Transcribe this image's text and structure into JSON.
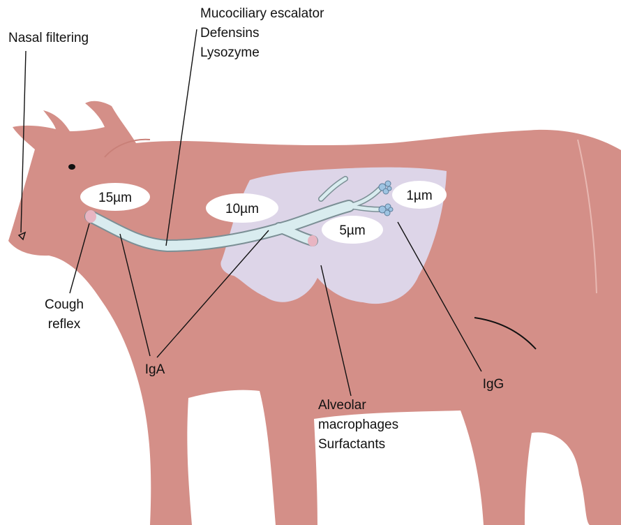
{
  "diagram": {
    "subject": "cow",
    "colors": {
      "body": "#d48f88",
      "lung": "#ddd5e8",
      "airway": "#d9ecef",
      "airway_stroke": "#7b8f95",
      "ring": "#e8b5c2",
      "alveoli": "#9ec4e2",
      "leader": "#111111"
    },
    "labels": {
      "nasal": "Nasal filtering",
      "muco_1": "Mucociliary escalator",
      "muco_2": "Defensins",
      "muco_3": "Lysozyme",
      "cough_1": "Cough",
      "cough_2": "reflex",
      "iga": "IgA",
      "alv_1": "Alveolar",
      "alv_2": "macrophages",
      "alv_3": "Surfactants",
      "igg": "IgG"
    },
    "particle_sizes": {
      "upper": "15µm",
      "trachea": "10µm",
      "bronchi": "5µm",
      "alveoli": "1µm"
    }
  }
}
